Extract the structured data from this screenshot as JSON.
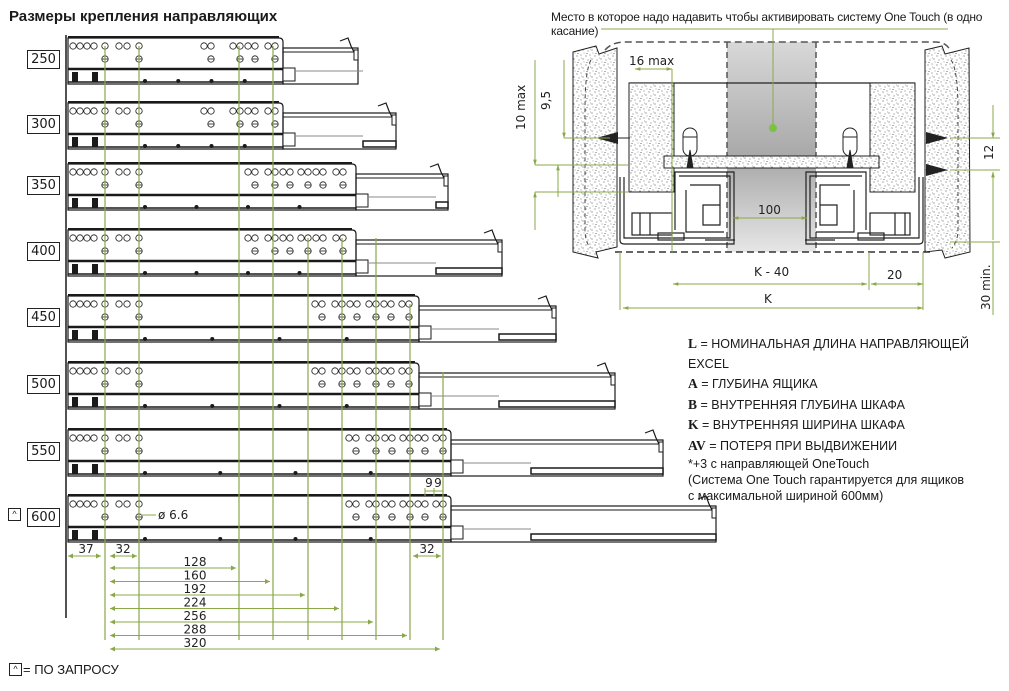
{
  "title": "Размеры крепления направляющих",
  "colors": {
    "dimension_green": "#8aa84a",
    "accent_green": "#7cc242",
    "ink": "#1a1a1a",
    "gray_fill": "#b9b9b9"
  },
  "rails": [
    {
      "length": "250",
      "on_request": false
    },
    {
      "length": "300",
      "on_request": false
    },
    {
      "length": "350",
      "on_request": false
    },
    {
      "length": "400",
      "on_request": false
    },
    {
      "length": "450",
      "on_request": false
    },
    {
      "length": "500",
      "on_request": false
    },
    {
      "length": "550",
      "on_request": false
    },
    {
      "length": "600",
      "on_request": true
    }
  ],
  "hole_label": "ø 6.6",
  "dimensions": {
    "front_offset": "37",
    "first_pitch": "32",
    "rear_pitch": "32",
    "rear_spacing": [
      "9",
      "9"
    ],
    "distances": [
      "128",
      "160",
      "192",
      "224",
      "256",
      "288",
      "320"
    ]
  },
  "on_request_legend": {
    "icon": "^",
    "text": "= ПО ЗАПРОСУ"
  },
  "cross_section": {
    "caption": "Место в которое надо надавить чтобы активировать систему One Touch (в одно касание)",
    "labels": {
      "side_thickness": "16 max",
      "height_9_5": "9,5",
      "height_10_max": "10 max",
      "center_gap": "100",
      "inner_width": "K - 40",
      "side_offset": "20",
      "cabinet_width": "K",
      "screw_spacing": "12",
      "min_clearance": "30 min."
    }
  },
  "legend": [
    {
      "key": "L",
      "text": " = НОМИНАЛЬНАЯ ДЛИНА НАПРАВЛЯЮЩЕЙ EXCEL"
    },
    {
      "key": "A",
      "text": " = ГЛУБИНА ЯЩИКА"
    },
    {
      "key": "B",
      "text": " = ВНУТРЕННЯЯ ГЛУБИНА ШКАФА"
    },
    {
      "key": "K",
      "text": " = ВНУТРЕННЯЯ ШИРИНА ШКАФА"
    },
    {
      "key": "AV",
      "text": " = ПОТЕРЯ ПРИ ВЫДВИЖЕНИИ"
    }
  ],
  "notes": [
    "*+3 с направляющей OneTouch",
    "(Система One Touch гарантируется для ящиков",
    "с максимальной шириной 600мм)"
  ]
}
